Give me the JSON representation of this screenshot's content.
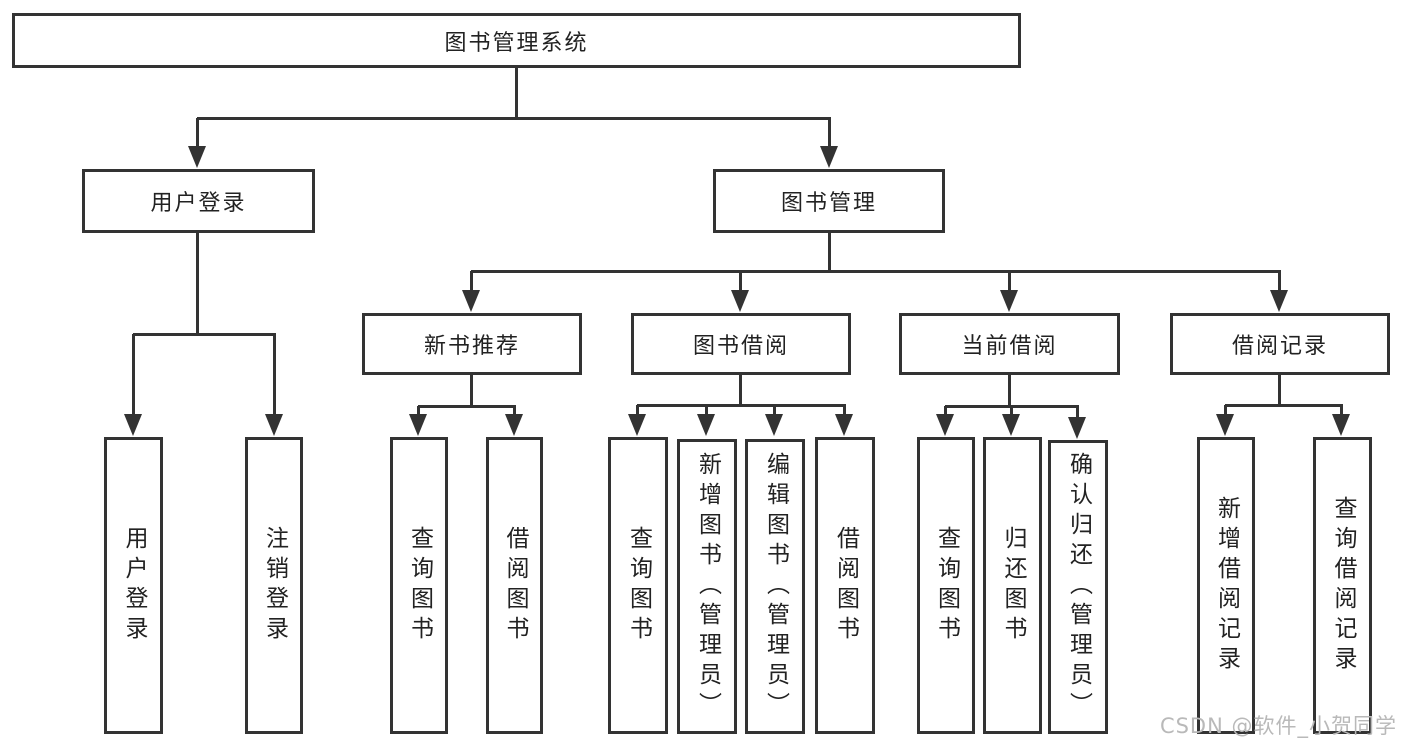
{
  "diagram": {
    "title": "图书管理系统",
    "nodes": {
      "root": {
        "label": "图书管理系统"
      },
      "user_login": {
        "label": "用户登录"
      },
      "book_mgmt": {
        "label": "图书管理"
      },
      "new_book_rec": {
        "label": "新书推荐"
      },
      "book_borrow": {
        "label": "图书借阅"
      },
      "current_borrow": {
        "label": "当前借阅"
      },
      "borrow_records": {
        "label": "借阅记录"
      },
      "leaf_user_login": {
        "label": "用户登录"
      },
      "leaf_logout": {
        "label": "注销登录"
      },
      "leaf_rec_query": {
        "label": "查询图书"
      },
      "leaf_rec_borrow": {
        "label": "借阅图书"
      },
      "leaf_bb_query": {
        "label": "查询图书"
      },
      "leaf_bb_add": {
        "label": "新增图书（管理员）"
      },
      "leaf_bb_edit": {
        "label": "编辑图书（管理员）"
      },
      "leaf_bb_borrow": {
        "label": "借阅图书"
      },
      "leaf_cb_query": {
        "label": "查询图书"
      },
      "leaf_cb_return": {
        "label": "归还图书"
      },
      "leaf_cb_confirm": {
        "label": "确认归还（管理员）"
      },
      "leaf_br_add": {
        "label": "新增借阅记录"
      },
      "leaf_br_query": {
        "label": "查询借阅记录"
      }
    },
    "edges": [
      [
        "root",
        "user_login"
      ],
      [
        "root",
        "book_mgmt"
      ],
      [
        "user_login",
        "leaf_user_login"
      ],
      [
        "user_login",
        "leaf_logout"
      ],
      [
        "book_mgmt",
        "new_book_rec"
      ],
      [
        "book_mgmt",
        "book_borrow"
      ],
      [
        "book_mgmt",
        "current_borrow"
      ],
      [
        "book_mgmt",
        "borrow_records"
      ],
      [
        "new_book_rec",
        "leaf_rec_query"
      ],
      [
        "new_book_rec",
        "leaf_rec_borrow"
      ],
      [
        "book_borrow",
        "leaf_bb_query"
      ],
      [
        "book_borrow",
        "leaf_bb_add"
      ],
      [
        "book_borrow",
        "leaf_bb_edit"
      ],
      [
        "book_borrow",
        "leaf_bb_borrow"
      ],
      [
        "current_borrow",
        "leaf_cb_query"
      ],
      [
        "current_borrow",
        "leaf_cb_return"
      ],
      [
        "current_borrow",
        "leaf_cb_confirm"
      ],
      [
        "borrow_records",
        "leaf_br_add"
      ],
      [
        "borrow_records",
        "leaf_br_query"
      ]
    ]
  },
  "watermark": {
    "text": "CSDN @软件_小贺同学"
  },
  "colors": {
    "line": "#333333",
    "box_border": "#333333",
    "text": "#222222",
    "watermark": "#b9b9b9",
    "background": "#ffffff"
  }
}
